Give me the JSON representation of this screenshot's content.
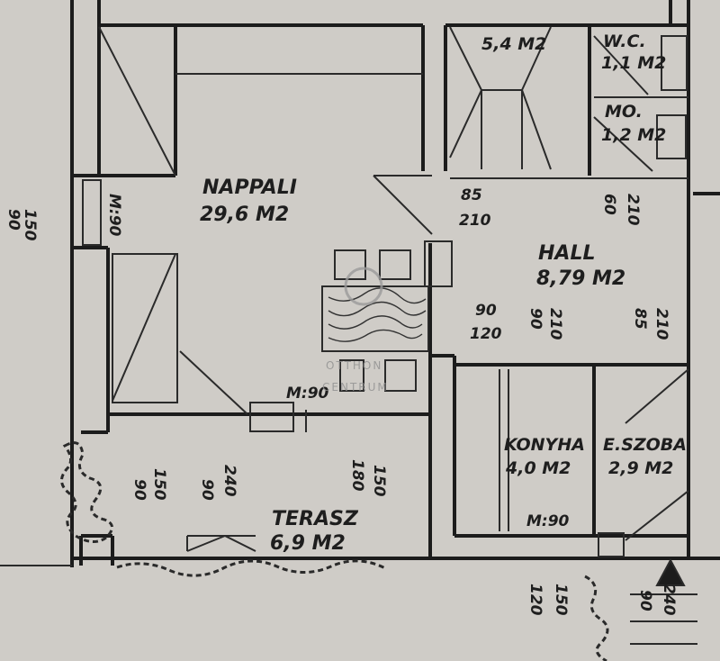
{
  "rooms": {
    "nappali_name": "NAPPALI",
    "nappali_area": "29,6 M2",
    "hall_name": "HALL",
    "hall_area": "8,79 M2",
    "furdo_area": "5,4 M2",
    "wc_name": "W.C.",
    "wc_area": "1,1 M2",
    "mo_name": "MO.",
    "mo_area": "1,2 M2",
    "konyha_name": "KONYHA",
    "konyha_area": "4,0 M2",
    "eszoba_name": "E.SZOBA",
    "eszoba_area": "2,9 M2",
    "terasz_name": "TERASZ",
    "terasz_area": "6,9 M2"
  },
  "dimensions": {
    "left_edge_a": "90",
    "left_edge_b": "150",
    "window_left": "M:90",
    "door_hall_a": "85",
    "door_hall_b": "210",
    "door_right_a": "60",
    "door_right_b": "210",
    "door_mid_a": "90",
    "door_mid_b": "120",
    "door_mid2_a": "90",
    "door_mid2_b": "210",
    "door_far_a": "85",
    "door_far_b": "210",
    "window_mid": "M:90",
    "terasz_a1": "90",
    "terasz_b1": "150",
    "terasz_a2": "90",
    "terasz_b2": "240",
    "terasz_a3": "180",
    "terasz_b3": "150",
    "konyha_window": "M:90",
    "bottom_a": "120",
    "bottom_b": "150",
    "bottom_right_a": "90",
    "bottom_right_b": "240"
  },
  "watermark": {
    "line1": "OTTHON",
    "line2": "CENTRUM"
  }
}
